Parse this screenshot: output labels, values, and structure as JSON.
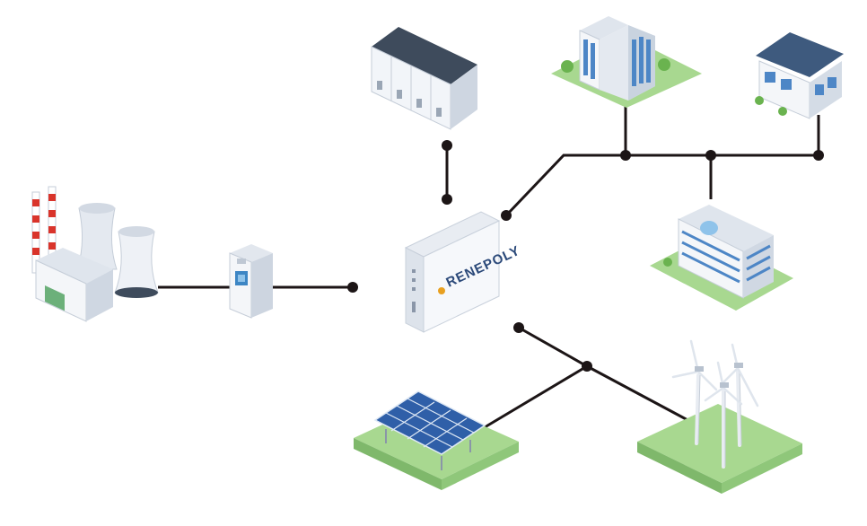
{
  "brand": {
    "name": "RENEPOLY",
    "logo_color": "#e8a020",
    "text_color": "#2c4a7a"
  },
  "nodes": [
    {
      "id": "power-plant",
      "icon": "power-plant-icon"
    },
    {
      "id": "meter",
      "icon": "smart-meter-icon"
    },
    {
      "id": "battery-cabinets",
      "icon": "battery-cabinet-icon"
    },
    {
      "id": "office-building",
      "icon": "office-building-icon"
    },
    {
      "id": "house",
      "icon": "house-icon"
    },
    {
      "id": "hotel-building",
      "icon": "hotel-building-icon"
    },
    {
      "id": "hub-device",
      "icon": "energy-hub-icon"
    },
    {
      "id": "solar-farm",
      "icon": "solar-panel-icon"
    },
    {
      "id": "wind-farm",
      "icon": "wind-turbine-icon"
    }
  ],
  "colors": {
    "line": "#1c1516",
    "grass": "#a8d890",
    "grass_dark": "#7fb86b",
    "panel_blue": "#2f5fa8",
    "building_blue": "#4d86c6",
    "roof_gray": "#3e4b5c",
    "wall": "#e8ecf2"
  }
}
